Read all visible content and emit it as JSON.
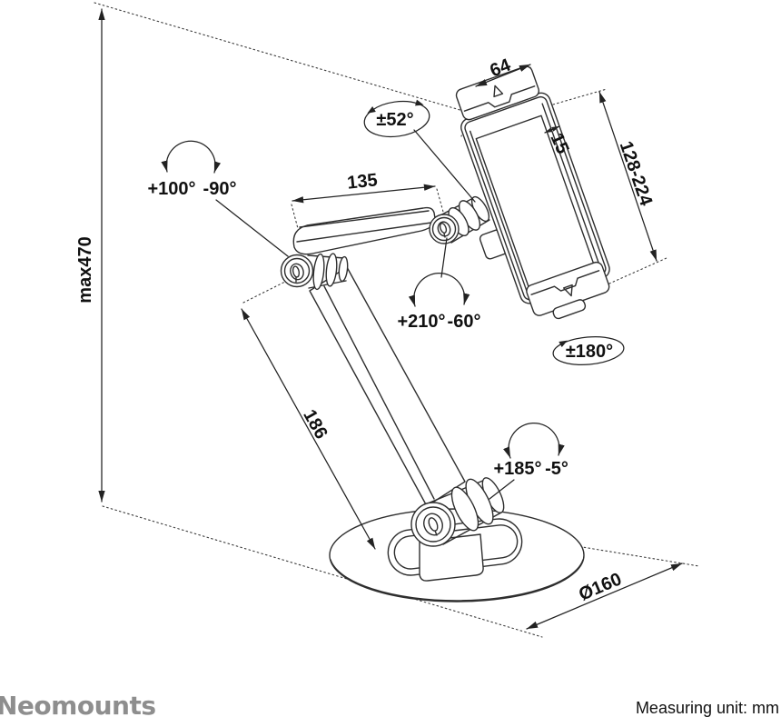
{
  "product": "articulated tablet desk stand technical drawing",
  "dimensions": {
    "max_height": "max470",
    "holder_width": "64",
    "holder_depth": "15",
    "holder_height_range": "128-224",
    "upper_arm": "135",
    "lower_arm": "186",
    "base_diameter": "Ø160"
  },
  "angles": {
    "holder_tilt": "±52°",
    "holder_rotation": "±180°",
    "elbow_up": "+100°",
    "elbow_down": "-90°",
    "holder_joint_up": "+210°",
    "holder_joint_down": "-60°",
    "base_joint_up": "+185°",
    "base_joint_down": "-5°"
  },
  "footer": {
    "brand": "Neomounts",
    "measuring_unit": "Measuring unit: mm"
  },
  "colors": {
    "line": "#2e2e2e",
    "dimension": "#222222",
    "text": "#111111",
    "brand_gray": "#8e8e8e",
    "background": "#ffffff"
  }
}
